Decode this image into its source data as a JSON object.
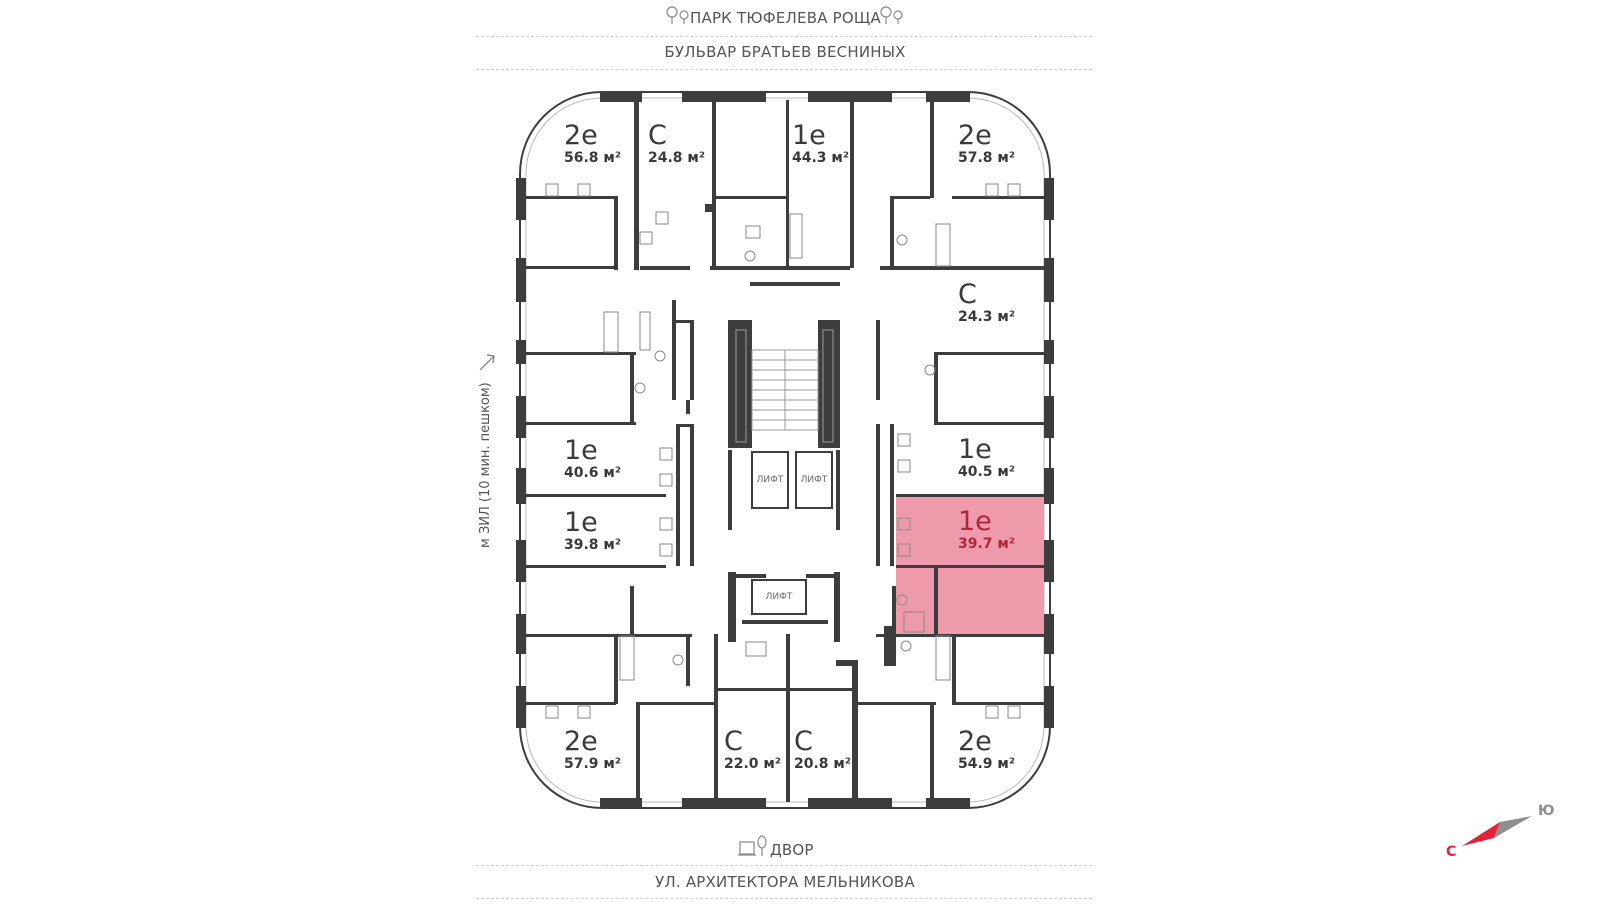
{
  "top": {
    "park": "ПАРК ТЮФЕЛЕВА РОЩА",
    "boulevard": "БУЛЬВАР БРАТЬЕВ ВЕСНИНЫХ"
  },
  "bottom": {
    "yard": "ДВОР",
    "street": "УЛ. АРХИТЕКТОРА МЕЛЬНИКОВА"
  },
  "side": {
    "metro": "м ЗИЛ (10 мин. пешком)"
  },
  "lifts": [
    "ЛИФТ",
    "ЛИФТ",
    "ЛИФТ"
  ],
  "apartments": [
    {
      "type": "2е",
      "area": "56.8 м²"
    },
    {
      "type": "С",
      "area": "24.8 м²"
    },
    {
      "type": "1е",
      "area": "44.3 м²"
    },
    {
      "type": "2е",
      "area": "57.8 м²"
    },
    {
      "type": "С",
      "area": "24.3 м²"
    },
    {
      "type": "1е",
      "area": "40.6 м²"
    },
    {
      "type": "1е",
      "area": "40.5 м²"
    },
    {
      "type": "1е",
      "area": "39.8 м²"
    },
    {
      "type": "1е",
      "area": "39.7 м²",
      "selected": true
    },
    {
      "type": "2е",
      "area": "57.9 м²"
    },
    {
      "type": "С",
      "area": "22.0 м²"
    },
    {
      "type": "С",
      "area": "20.8 м²"
    },
    {
      "type": "2е",
      "area": "54.9 м²"
    }
  ],
  "compass": {
    "north": "С",
    "south": "Ю"
  },
  "colors": {
    "wall": "#3d3d3d",
    "selected": "#ef9aab",
    "selected_text": "#b0253e",
    "compass_red": "#e3233c",
    "compass_grey": "#8e8e8e"
  }
}
